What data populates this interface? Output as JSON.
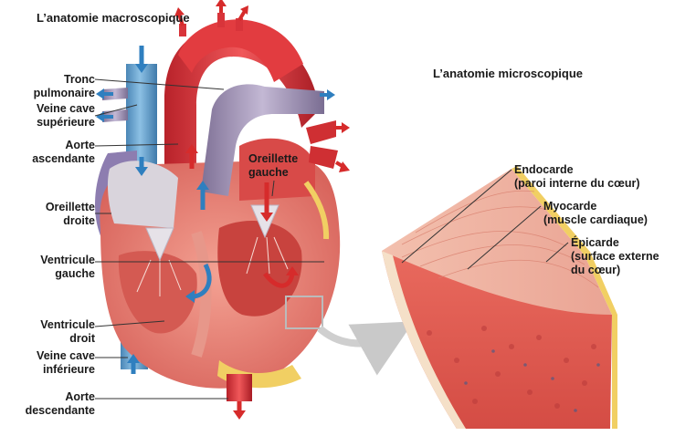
{
  "titles": {
    "macro": "L’anatomie macroscopique",
    "micro": "L’anatomie microscopique"
  },
  "labels": {
    "tronc_pulmonaire": [
      "Tronc",
      "pulmonaire"
    ],
    "veine_cave_sup": [
      "Veine cave",
      "supérieure"
    ],
    "aorte_ascendante": [
      "Aorte",
      "ascendante"
    ],
    "oreillette_droite": [
      "Oreillette",
      "droite"
    ],
    "ventricule_gauche": [
      "Ventricule",
      "gauche"
    ],
    "ventricule_droit": [
      "Ventricule",
      "droit"
    ],
    "veine_cave_inf": [
      "Veine cave",
      "inférieure"
    ],
    "aorte_descendante": [
      "Aorte",
      "descendante"
    ],
    "oreillette_gauche": [
      "Oreillette",
      "gauche"
    ],
    "endocarde": [
      "Endocarde",
      "(paroi interne du cœur)"
    ],
    "myocarde": [
      "Myocarde",
      "(muscle cardiaque)"
    ],
    "epicarde": [
      "Épicarde",
      "(surface externe",
      "du cœur)"
    ]
  },
  "colors": {
    "vein_blue": "#5e9bc8",
    "artery_red": "#d9343a",
    "pulmonary_purple": "#9d8fb3",
    "muscle_pink": "#e8827a",
    "fat_yellow": "#f2d36b",
    "arrow_blue": "#2f7fbf",
    "arrow_red": "#d62b2b"
  }
}
